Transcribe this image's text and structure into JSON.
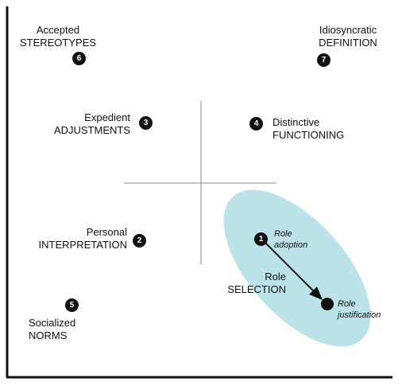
{
  "labels": {
    "accepted_stereotypes": {
      "line1": "Accepted",
      "line2": "STEREOTYPES",
      "badge": "6"
    },
    "idiosyncratic_definition": {
      "line1": "Idiosyncratic",
      "line2": "DEFINITION",
      "badge": "7"
    },
    "expedient_adjustments": {
      "line1": "Expedient",
      "line2": "ADJUSTMENTS",
      "badge": "3"
    },
    "distinctive_functioning": {
      "line1": "Distinctive",
      "line2": "FUNCTIONING",
      "badge": "4"
    },
    "personal_interpretation": {
      "line1": "Personal",
      "line2": "INTERPRETATION",
      "badge": "2"
    },
    "socialized_norms": {
      "line1": "Socialized",
      "line2": "NORMS",
      "badge": "5"
    },
    "role_selection": {
      "line1": "Role",
      "line2": "SELECTION"
    },
    "role_adoption": {
      "line1": "Role",
      "line2": "adoption",
      "badge": "1"
    },
    "role_justification": {
      "line1": "Role",
      "line2": "justification"
    }
  },
  "colors": {
    "ellipse_fill": "#bde3ea",
    "ink": "#111111",
    "crosshair": "#888888"
  }
}
